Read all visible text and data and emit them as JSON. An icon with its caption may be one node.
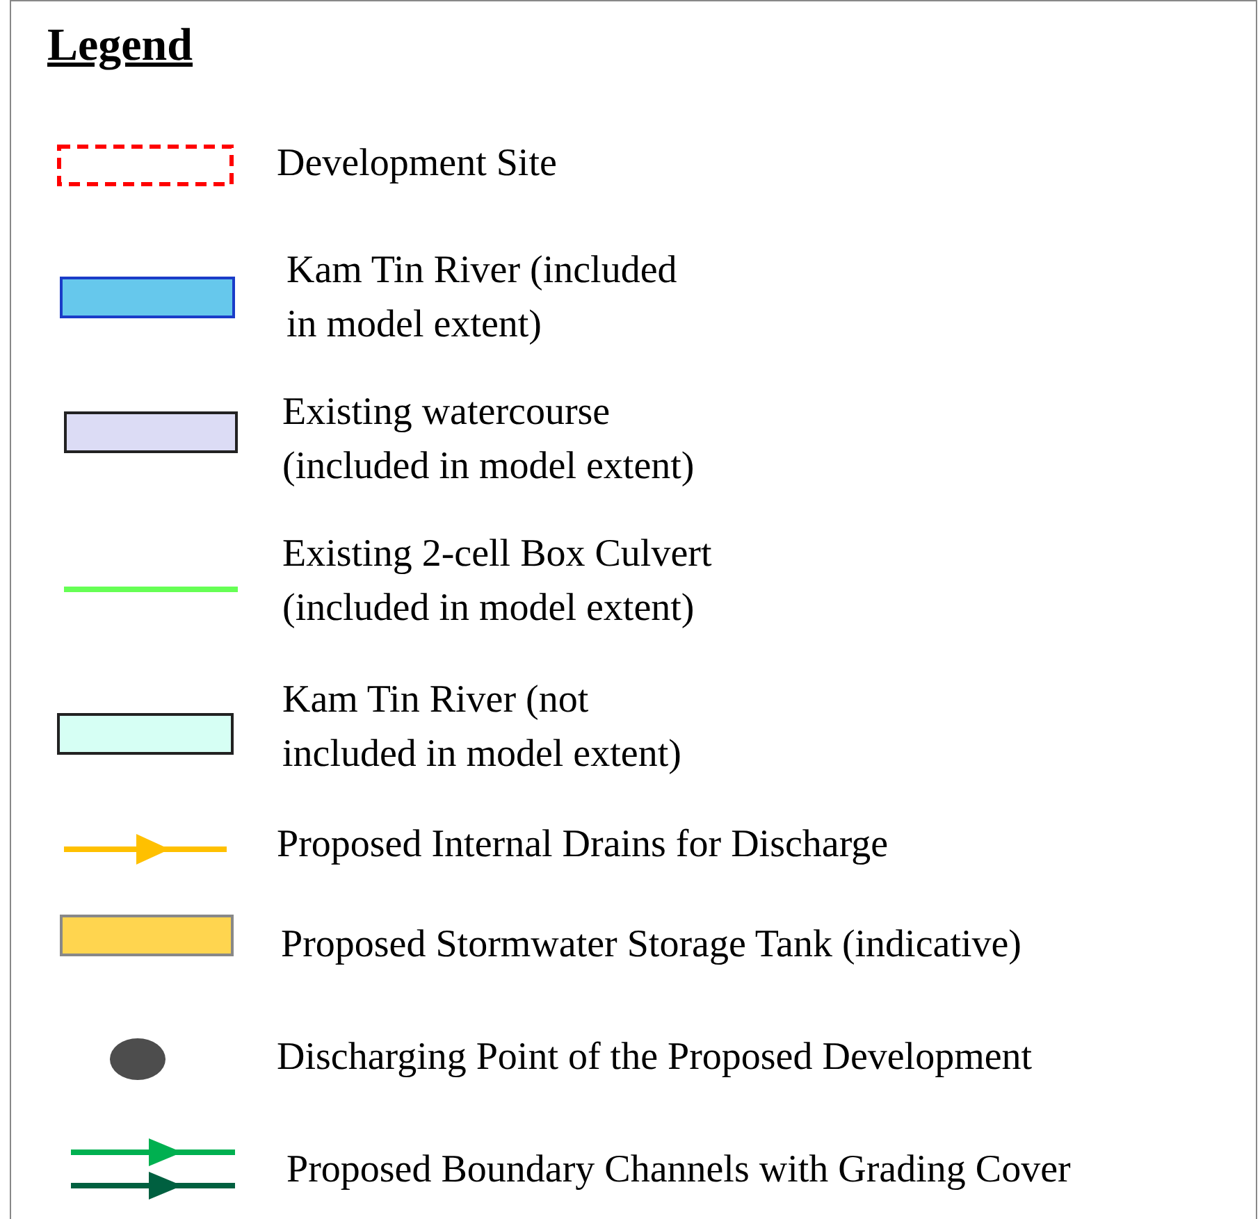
{
  "diagram": {
    "title": "Legend",
    "legend": [
      {
        "text": "Development Site"
      },
      {
        "text": "Kam Tin River (included in model extent)",
        "color": "#66c8ec"
      },
      {
        "text": "Existing watercourse (included in model extent)",
        "color": "#dcdcf5"
      },
      {
        "text": "Existing 2-cell Box Culvert (included in model extent)"
      },
      {
        "text": "Kam Tin River (not included in model extent)",
        "color": "#d6fff4"
      },
      {
        "text": "Proposed Internal Drains for Discharge"
      },
      {
        "text": "Proposed Stormwater Storage Tank (indicative)",
        "color": "#ffd54f"
      },
      {
        "text": "Discharging Point of the Proposed Development"
      },
      {
        "text": "Proposed Boundary Channels with Grading Cover"
      }
    ]
  }
}
